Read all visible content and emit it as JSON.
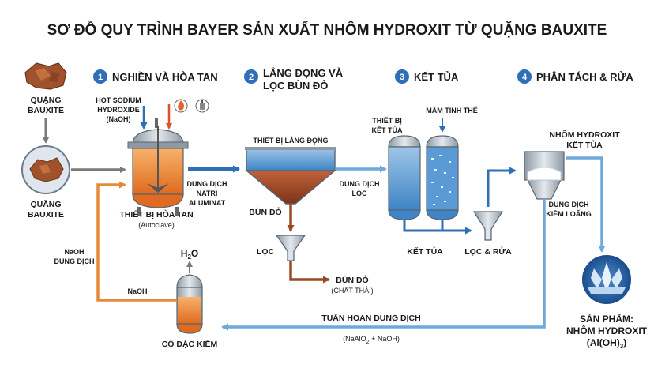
{
  "title": "SƠ ĐỒ QUY TRÌNH BAYER SẢN XUẤT NHÔM HYDROXIT TỪ QUẶNG BAUXITE",
  "steps": [
    {
      "num": "1",
      "line1": "NGHIỀN VÀ HÒA TAN",
      "line2": ""
    },
    {
      "num": "2",
      "line1": "LẮNG ĐỌNG VÀ",
      "line2": "LỌC BÙN ĐỎ"
    },
    {
      "num": "3",
      "line1": "KẾT TỦA",
      "line2": ""
    },
    {
      "num": "4",
      "line1": "PHÂN TÁCH & RỬA",
      "line2": ""
    }
  ],
  "labels": {
    "ore_top_1": "QUẶNG",
    "ore_top_2": "BAUXITE",
    "ore_bot_1": "QUẶNG",
    "ore_bot_2": "BAUXITE",
    "hot_1": "HOT SODIUM",
    "hot_2": "HYDROXIDE",
    "hot_3": "(NaOH)",
    "autoclave_1": "THIẾT BỊ HÒA TAN",
    "autoclave_2": "(Autoclave)",
    "sol_1": "DUNG DỊCH",
    "sol_2": "NATRI",
    "sol_3": "ALUMINAT",
    "settler": "THIẾT BỊ LẮNG ĐỌNG",
    "redmud": "BÙN ĐỎ",
    "filter": "LỌC",
    "redmud_out_1": "BÙN ĐỎ",
    "redmud_out_2": "(CHẤT THẢI)",
    "filtered_1": "DUNG DỊCH",
    "filtered_2": "LỌC",
    "precip_dev_1": "THIẾT BỊ",
    "precip_dev_2": "KẾT TỦA",
    "seed": "MẦM TINH THỂ",
    "precip": "KẾT TỦA",
    "filter_wash": "LỌC & RỬA",
    "alh_1": "NHÔM HYDROXIT",
    "alh_2": "KẾT TỦA",
    "dilute_1": "DUNG DỊCH",
    "dilute_2": "KIỀM LOÃNG",
    "product_1": "SẢN PHẨM:",
    "product_2": "NHÔM HYDROXIT",
    "product_3": "(Al(OH)",
    "product_sub": "3",
    "product_end": ")",
    "recycle": "TUẦN HOÀN DUNG DỊCH",
    "recycle_f1": "(NaAlO",
    "recycle_f_sub": "2",
    "recycle_f2": " + NaOH)",
    "evap": "CÔ ĐẶC KIỀM",
    "water": "H",
    "water_sub": "2",
    "water_end": "O",
    "naoh": "NaOH",
    "naoh_sol_1": "NaOH",
    "naoh_sol_2": "DUNG DỊCH"
  },
  "colors": {
    "gray_arrow": "#7a7a7a",
    "blue_arrow": "#2f6fb5",
    "light_blue": "#6fa8dc",
    "orange": "#e8893a",
    "brown": "#9a4a22",
    "red_arrow": "#d9532b",
    "step_circle": "#2f6fb5"
  },
  "icons": [
    "bauxite-rock-icon",
    "flame-icon",
    "pressure-gauge-icon",
    "crystal-icon"
  ]
}
